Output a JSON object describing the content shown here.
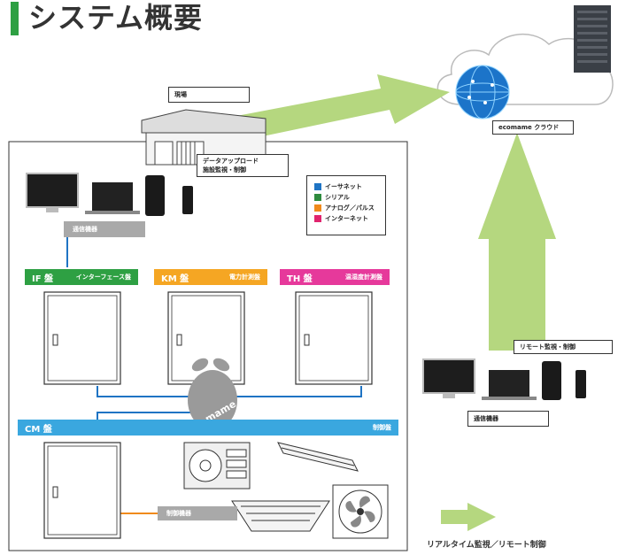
{
  "title": "システム概要",
  "site_label": "現場",
  "upload_label_line1": "データアップロード",
  "upload_label_line2": "施設監視・制御",
  "cloud_label": "ecomame クラウド",
  "remote_label": "リモート監視・制御",
  "comm_device_left": "通信機器",
  "comm_device_right": "通信機器",
  "control_device": "制御機器",
  "legend": {
    "items": [
      {
        "label": "イーサネット",
        "color": "#1f74c4"
      },
      {
        "label": "シリアル",
        "color": "#2e8b3e"
      },
      {
        "label": "アナログ／パルス",
        "color": "#f08a1c"
      },
      {
        "label": "インターネット",
        "color": "#e0246e"
      }
    ]
  },
  "panels": {
    "if": {
      "code": "IF 盤",
      "sub": "インターフェース盤",
      "color": "#2ea043"
    },
    "km": {
      "code": "KM 盤",
      "sub": "電力計測盤",
      "color": "#f5a623"
    },
    "th": {
      "code": "TH 盤",
      "sub": "温湿度計測盤",
      "color": "#e6399b"
    },
    "cm": {
      "code": "CM 盤",
      "sub": "制御盤",
      "color": "#3aa7df"
    }
  },
  "logo_text": "mame",
  "footer_caption": "リアルタイム監視／リモート制御",
  "colors": {
    "arrow_green": "#b5d77f",
    "ethernet_blue": "#1f74c4",
    "analog_orange": "#f08a1c"
  }
}
